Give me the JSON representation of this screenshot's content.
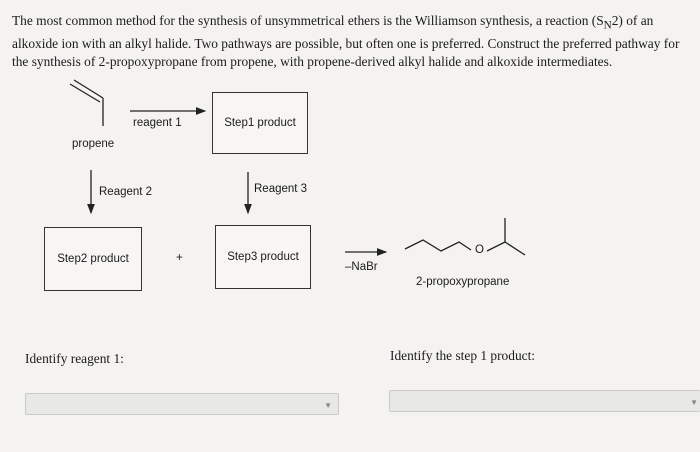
{
  "question": {
    "part1": "The most common method for the synthesis of unsymmetrical ethers is the Williamson synthesis, a reaction (S",
    "sub": "N",
    "part2": "2) of an alkoxide ion with an alkyl halide. Two pathways are possible, but often one is preferred. Construct the preferred pathway for the synthesis of 2-propoxypropane from propene, with propene-derived alkyl halide and alkoxide intermediates."
  },
  "scheme": {
    "propene_label": "propene",
    "reagent1": "reagent 1",
    "step1_product": "Step1 product",
    "reagent2": "Reagent 2",
    "reagent3": "Reagent 3",
    "step2_product": "Step2 product",
    "plus": "+",
    "step3_product": "Step3 product",
    "byproduct": "–NaBr",
    "ether_O": "O",
    "product_label": "2-propoxypropane"
  },
  "prompts": {
    "reagent1": "Identify reagent 1:",
    "step1_product": "Identify the step 1 product:"
  },
  "dropdowns": {
    "reagent1": {
      "value": ""
    },
    "step1_product": {
      "value": ""
    }
  }
}
